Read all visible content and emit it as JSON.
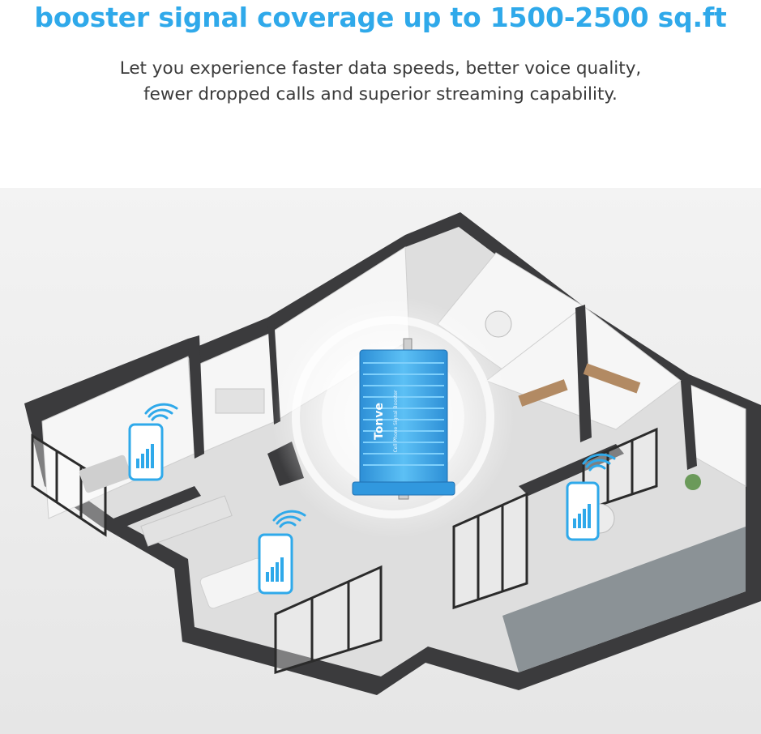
{
  "header": {
    "headline": "booster signal coverage up to 1500-2500 sq.ft",
    "subline_1": "Let you experience faster data speeds, better voice quality,",
    "subline_2": "fewer dropped calls and superior streaming capability."
  },
  "booster": {
    "brand": "Tonve",
    "side_text": "Cell Phone Signal Booster",
    "color": "#3fa8e8"
  },
  "colors": {
    "accent": "#2fa9ea",
    "wall": "#3b3b3d",
    "floor": "#dcdcdc"
  },
  "icons": [
    "phone-icon",
    "wifi-icon",
    "signal-bars-icon",
    "booster-device-icon"
  ]
}
